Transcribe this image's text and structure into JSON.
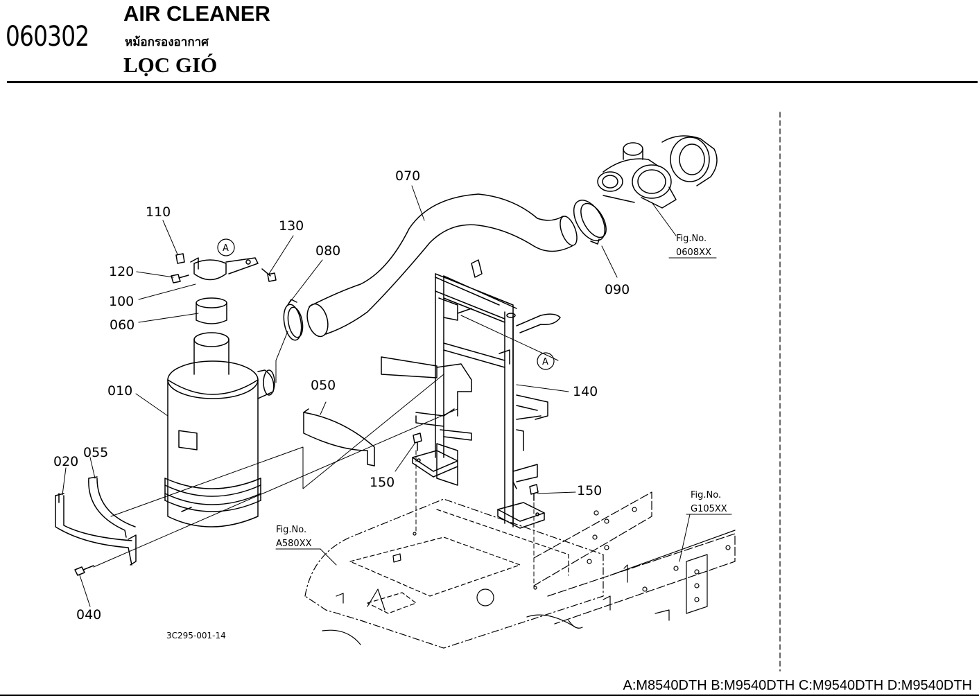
{
  "header": {
    "code": "060302",
    "title_en": "AIR CLEANER",
    "title_th": "หม้อกรองอากาศ",
    "title_vi": "LỌC GIÓ"
  },
  "callouts": {
    "p010": "010",
    "p020": "020",
    "p040": "040",
    "p050": "050",
    "p055": "055",
    "p060": "060",
    "p070": "070",
    "p080": "080",
    "p090": "090",
    "p100": "100",
    "p110": "110",
    "p120": "120",
    "p130": "130",
    "p140": "140",
    "p150a": "150",
    "p150b": "150",
    "markA1": "A",
    "markA2": "A"
  },
  "fig_refs": {
    "turbo_label": "Fig.No.",
    "turbo_no": "0608XX",
    "frame_label": "Fig.No.",
    "frame_no": "G105XX",
    "floor_label": "Fig.No.",
    "floor_no": "A580XX"
  },
  "drawing_id": "3C295-001-14",
  "models": "A:M8540DTH B:M9540DTH C:M9540DTH D:M9540DTH"
}
